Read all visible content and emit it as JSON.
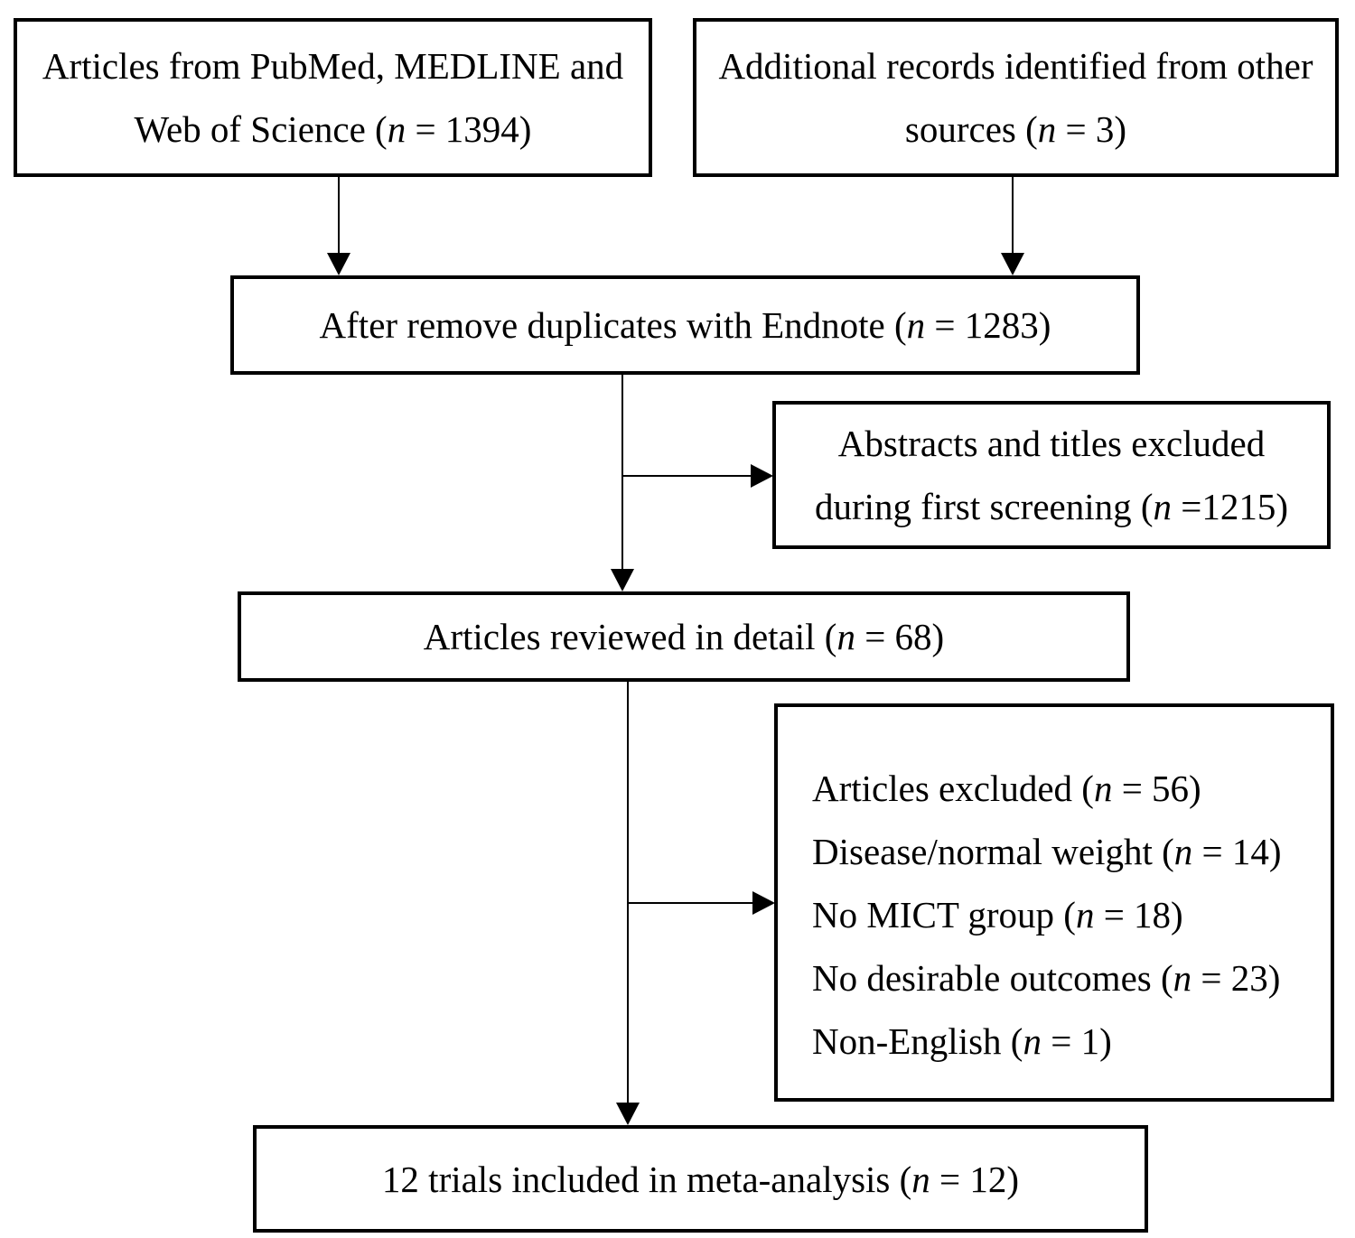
{
  "colors": {
    "ink": "#000000",
    "background": "#ffffff"
  },
  "flowchart": {
    "box_database": {
      "lines": [
        "Articles from PubMed, MEDLINE and",
        "Web of Science (n = 1394)"
      ]
    },
    "box_additional": {
      "lines": [
        "Additional records identified from other",
        "sources (n = 3)"
      ]
    },
    "box_deduplicated": {
      "lines": [
        "After remove duplicates with Endnote (n = 1283)"
      ]
    },
    "box_first_screening_excluded": {
      "lines": [
        "Abstracts and titles excluded",
        "during first screening (n =1215)"
      ]
    },
    "box_reviewed": {
      "lines": [
        "Articles reviewed in detail (n = 68)"
      ]
    },
    "box_detail_excluded": {
      "lines": [
        "Articles excluded (n = 56)",
        "Disease/normal weight (n = 14)",
        "No MICT group (n = 18)",
        "No desirable outcomes (n = 23)",
        "Non-English (n = 1)"
      ]
    },
    "box_included": {
      "lines": [
        "12 trials included in meta-analysis (n = 12)"
      ]
    }
  }
}
